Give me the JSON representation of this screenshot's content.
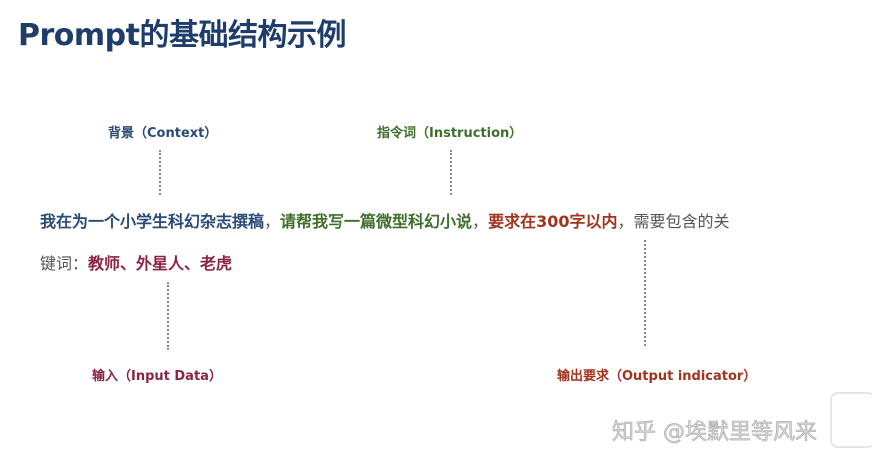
{
  "title": "Prompt的基础结构示例",
  "labels": {
    "context": "背景（Context）",
    "instruction": "指令词（Instruction）",
    "input": "输入（Input Data）",
    "output": "输出要求（Output indicator）"
  },
  "sentence": {
    "context": "我在为一个小学生科幻杂志撰稿",
    "sep1": "，",
    "instruction": "请帮我写一篇微型科幻小说",
    "sep2": "，",
    "output": "要求在300字以内",
    "sep3": "，",
    "plain1": "需要包含的关",
    "plain2": "键词：",
    "input": "教师、外星人、老虎"
  },
  "watermark": "知乎 @埃默里等风来",
  "colors": {
    "title": "#1f3d6b",
    "context": "#2a4a78",
    "instruction": "#3f6e2c",
    "output": "#a2331d",
    "input": "#8a2443",
    "plain": "#555555"
  }
}
